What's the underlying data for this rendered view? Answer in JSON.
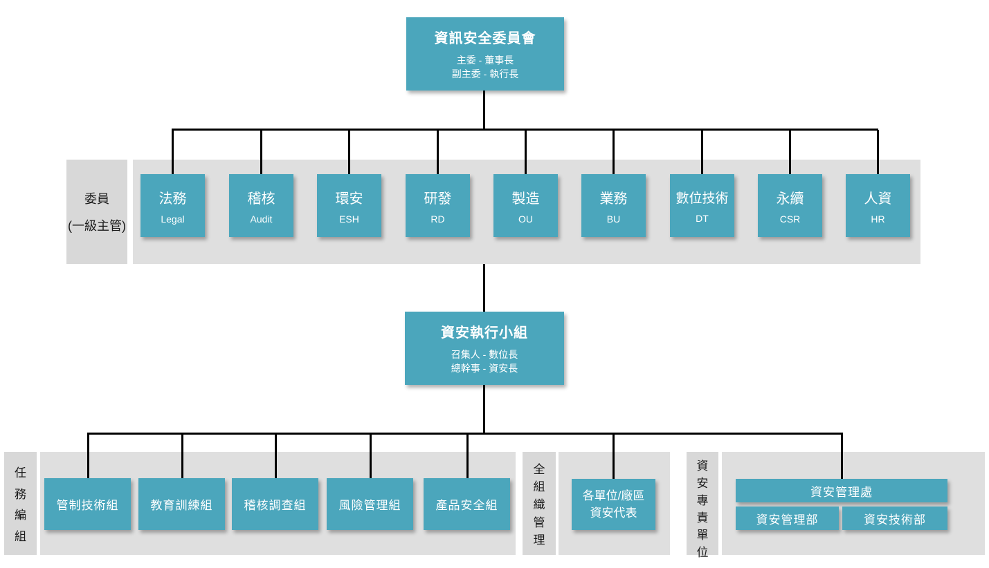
{
  "colors": {
    "node_teal": "#4ba6bc",
    "band_gray": "#dfdfdf",
    "strip_gray": "#d8d8d8",
    "line_black": "#000000",
    "node_text": "#ffffff"
  },
  "committee": {
    "title": "資訊安全委員會",
    "line1": "主委 - 董事長",
    "line2": "副主委 - 執行長"
  },
  "members_row": {
    "label_line1": "委員",
    "label_line2": "(一級主管)",
    "items": [
      {
        "name": "法務",
        "abbr": "Legal"
      },
      {
        "name": "稽核",
        "abbr": "Audit"
      },
      {
        "name": "環安",
        "abbr": "ESH"
      },
      {
        "name": "研發",
        "abbr": "RD"
      },
      {
        "name": "製造",
        "abbr": "OU"
      },
      {
        "name": "業務",
        "abbr": "BU"
      },
      {
        "name": "數位技術",
        "abbr": "DT"
      },
      {
        "name": "永續",
        "abbr": "CSR"
      },
      {
        "name": "人資",
        "abbr": "HR"
      }
    ]
  },
  "exec_team": {
    "title": "資安執行小組",
    "line1": "召集人 - 數位長",
    "line2": "總幹事 - 資安長"
  },
  "task_section": {
    "label": "任務編組",
    "items": [
      "管制技術組",
      "教育訓練組",
      "稽核調查組",
      "風險管理組",
      "產品安全組"
    ]
  },
  "org_wide_section": {
    "label": "全組織管理",
    "item_line1": "各單位/廠區",
    "item_line2": "資安代表"
  },
  "dedicated_section": {
    "label": "資安專責單位",
    "head": "資安管理處",
    "sub1": "資安管理部",
    "sub2": "資安技術部"
  }
}
